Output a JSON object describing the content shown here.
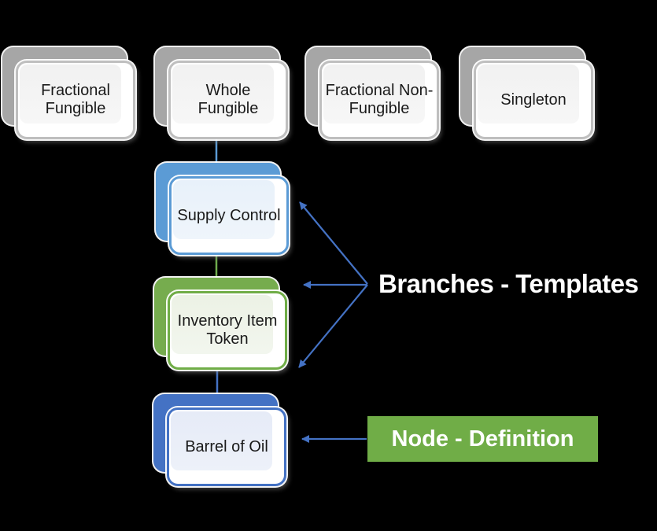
{
  "cards": {
    "top_row": [
      {
        "label": "Fractional Fungible"
      },
      {
        "label": "Whole Fungible"
      },
      {
        "label": "Fractional Non-Fungible"
      },
      {
        "label": "Singleton"
      }
    ],
    "hierarchy": [
      {
        "label": "Supply Control"
      },
      {
        "label": "Inventory Item Token"
      },
      {
        "label": "Barrel of Oil"
      }
    ]
  },
  "annotations": {
    "branches": "Branches - Templates",
    "node": "Node - Definition"
  },
  "colors": {
    "background": "#000000",
    "gray_card": "#A6A6A6",
    "light_blue_card": "#5B9BD5",
    "green_card": "#70AD47",
    "dark_blue_card": "#4472C4",
    "node_box": "#70AD47",
    "arrow_blue": "#4472C4",
    "connector_top": "#5B9BD5",
    "connector_middle": "#70AD47",
    "connector_bottom": "#4472C4",
    "card_label_text": "#1A1A1A",
    "annotation_text": "#FFFFFF"
  }
}
